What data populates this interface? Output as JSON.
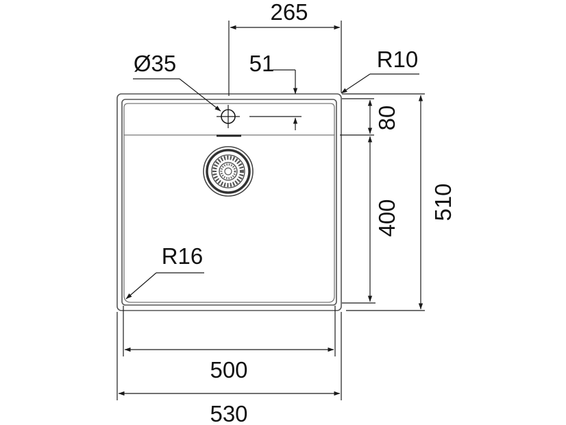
{
  "diagram": {
    "labels": {
      "width_top_hole": "265",
      "hole_diameter": "Ø35",
      "hole_offset": "51",
      "corner_outer": "R10",
      "deck_depth": "80",
      "bowl_depth": "400",
      "overall_depth": "510",
      "corner_inner": "R16",
      "bowl_width": "500",
      "overall_width": "530"
    },
    "colors": {
      "line": "#1a1a1a",
      "outline": "#555555",
      "text": "#111111"
    }
  }
}
